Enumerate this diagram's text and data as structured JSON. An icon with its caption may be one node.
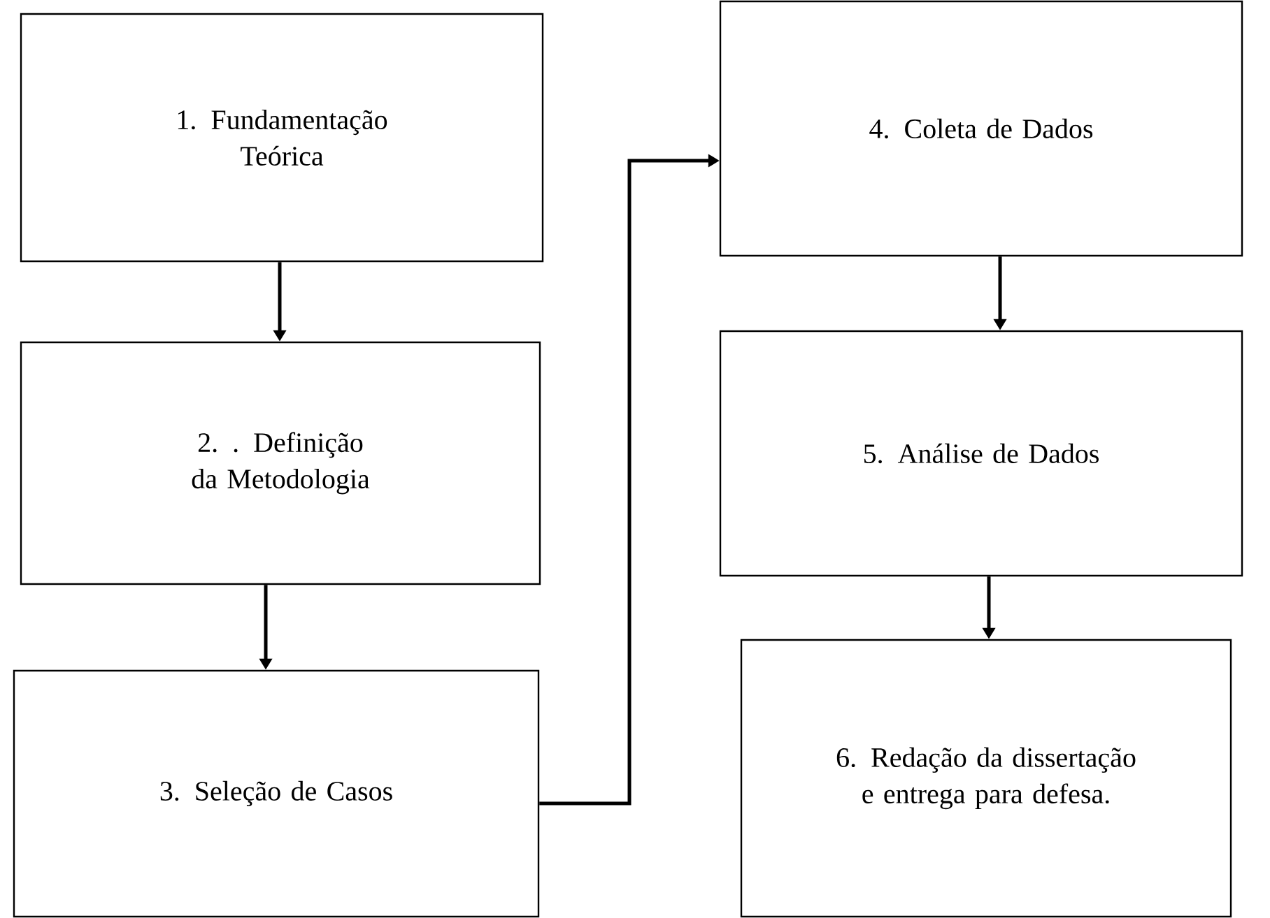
{
  "diagram": {
    "nodes": [
      {
        "text": [
          "1. Fundamentação Teórica"
        ]
      },
      {
        "text": [
          "2. . Definição da Metodologia"
        ]
      },
      {
        "text": [
          "3. Seleção de Casos"
        ]
      },
      {
        "text": [
          "4. Coleta de Dados"
        ]
      },
      {
        "text": [
          "5. Análise  de Dados"
        ]
      },
      {
        "text": [
          "6.  Redação da dissertação e entrega para defesa."
        ]
      }
    ],
    "edges": [
      {
        "from": 0,
        "to": 1,
        "arrow": "to"
      },
      {
        "from": 1,
        "to": 2,
        "arrow": "to"
      },
      {
        "from": 2,
        "to": 3,
        "arrow": "to"
      },
      {
        "from": 3,
        "to": 4,
        "arrow": "to"
      },
      {
        "from": 4,
        "to": 5,
        "arrow": "to"
      }
    ]
  }
}
